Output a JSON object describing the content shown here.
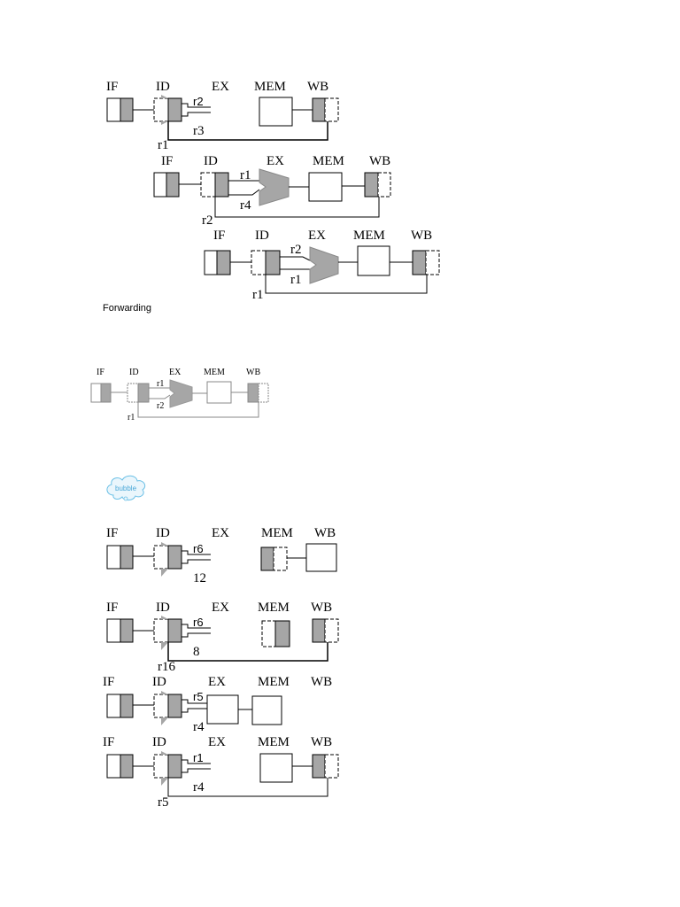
{
  "stage_labels": [
    "IF",
    "ID",
    "EX",
    "MEM",
    "WB"
  ],
  "caption": "Forwarding",
  "bubble_label": "bubble",
  "colors": {
    "shade": "#a6a6a6",
    "line": "#000000",
    "bubble": "#4aa8d8"
  },
  "diagrams": [
    {
      "regs": [
        "r2",
        "r3",
        "r1"
      ]
    },
    {
      "regs": [
        "r1",
        "r4",
        "r2"
      ]
    },
    {
      "regs": [
        "r2",
        "r1",
        "r1"
      ]
    },
    {
      "regs": [
        "r1",
        "r2",
        "r1"
      ]
    },
    {
      "regs": [
        "r6",
        "12"
      ]
    },
    {
      "regs": [
        "r6",
        "8",
        "r16"
      ]
    },
    {
      "regs": [
        "r5",
        "r4"
      ]
    },
    {
      "regs": [
        "r1",
        "r4",
        "r5"
      ]
    }
  ]
}
